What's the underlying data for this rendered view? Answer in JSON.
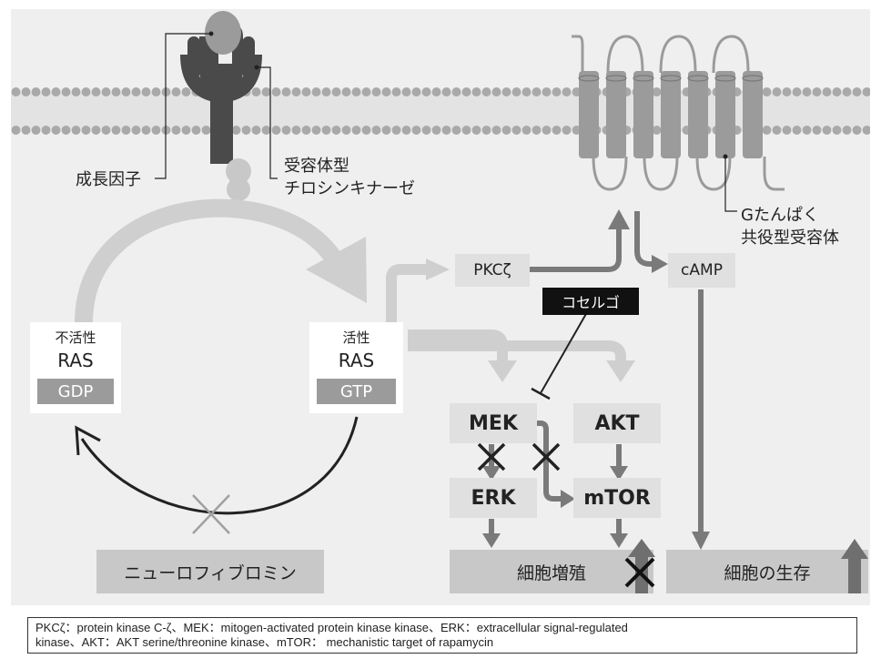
{
  "labels": {
    "growth_factor": "成長因子",
    "rtk_line1": "受容体型",
    "rtk_line2": "チロシンキナーゼ",
    "gpcr_line1": "Gたんぱく",
    "gpcr_line2": "共役型受容体",
    "inactive": "不活性",
    "active": "活性",
    "ras": "RAS",
    "gdp": "GDP",
    "gtp": "GTP",
    "pkc": "PKCζ",
    "camp": "cAMP",
    "cosergo": "コセルゴ",
    "mek": "MEK",
    "akt": "AKT",
    "erk": "ERK",
    "mtor": "mTOR",
    "proliferation": "細胞増殖",
    "survival": "細胞の生存",
    "neurofibromin": "ニューロフィブロミン"
  },
  "legend": {
    "line1": "PKCζ：protein kinase C-ζ、MEK：mitogen-activated protein kinase kinase、ERK：extracellular signal-regulated",
    "line2": "kinase、AKT：AKT serine/threonine kinase、mTOR： mechanistic target of rapamycin"
  },
  "colors": {
    "panel": "#efefef",
    "membrane": "#a9a9a9",
    "arrow_light": "#cfcfcf",
    "arrow_dark": "#7a7a7a",
    "receptor": "#4a4a4a",
    "inhibitor_box": "#111111"
  }
}
